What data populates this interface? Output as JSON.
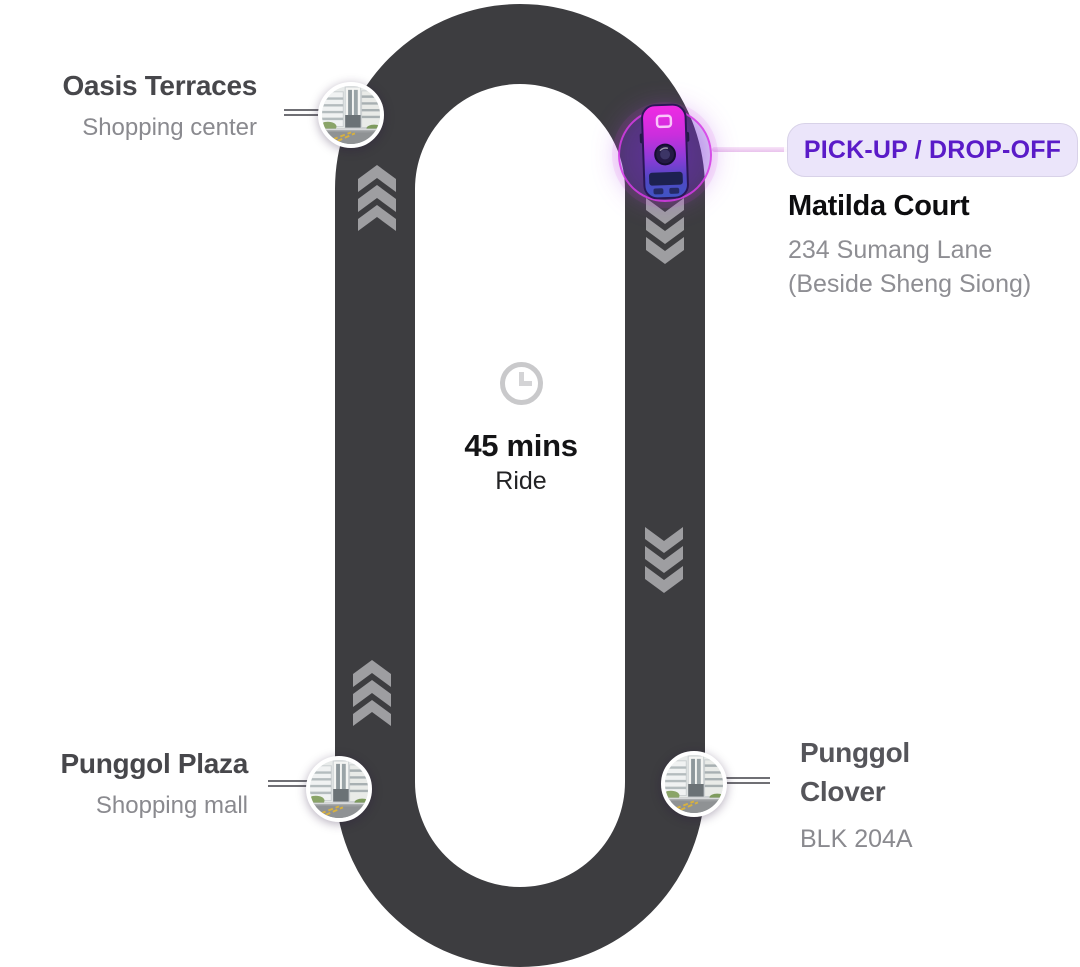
{
  "colors": {
    "road": "#3d3d40",
    "chevron": "#9e9ea1",
    "stop_name": "#47474b",
    "stop_sub": "#8a8a8f",
    "pickup_name": "#0d0d0f",
    "badge_bg": "#ebe5fa",
    "badge_text": "#5a1bc8",
    "badge_border": "#d8d2e8",
    "duration_text": "#141416",
    "clock": "#c9c9cb",
    "glow_ring": "#d83ce6",
    "bus_gradient_top": "#ee2ae2",
    "bus_gradient_mid": "#8f3bd8",
    "bus_gradient_bottom": "#3f55c4"
  },
  "center": {
    "clock_icon": "clock-icon",
    "duration": "45 mins",
    "label": "Ride"
  },
  "pickup": {
    "badge": "PICK-UP / DROP-OFF",
    "name": "Matilda Court",
    "address1": "234 Sumang Lane",
    "address2": "(Beside Sheng Siong)"
  },
  "stops": [
    {
      "id": "oasis-terraces",
      "name": "Oasis Terraces",
      "subtitle": "Shopping center"
    },
    {
      "id": "punggol-plaza",
      "name": "Punggol Plaza",
      "subtitle": "Shopping mall"
    },
    {
      "id": "punggol-clover",
      "name": "Punggol Clover",
      "subtitle": "BLK 204A"
    }
  ]
}
